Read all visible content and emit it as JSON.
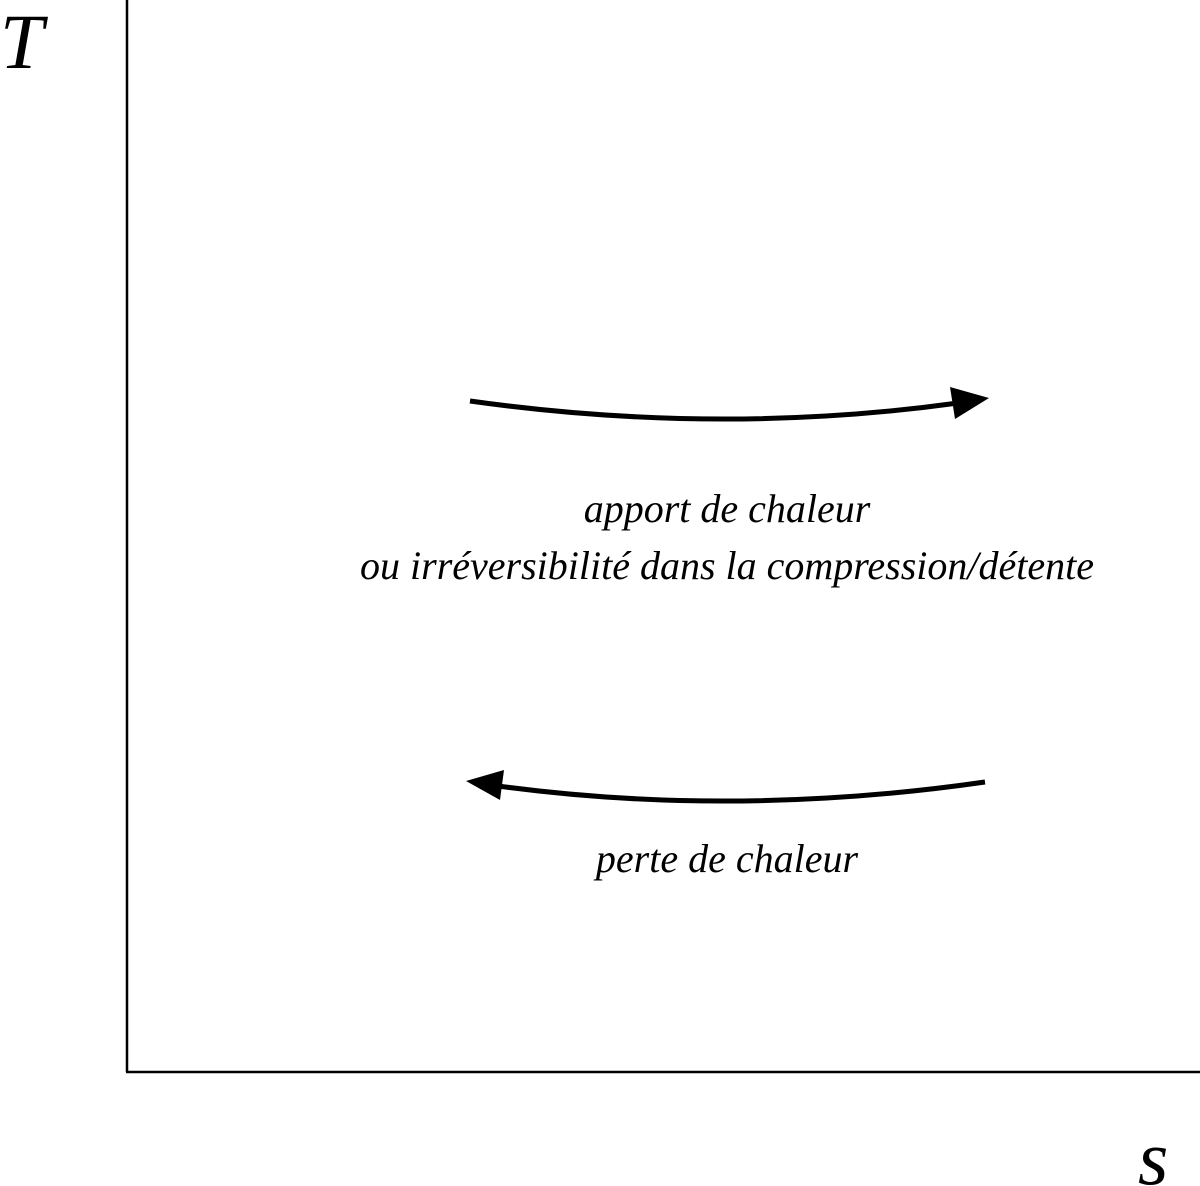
{
  "axes": {
    "y_label": "T",
    "x_label": "s"
  },
  "annotations": {
    "heat_input_line1": "apport de chaleur",
    "heat_input_line2": "ou irréversibilité dans la compression/détente",
    "heat_loss": "perte de chaleur"
  },
  "colors": {
    "ink": "#000000",
    "background": "#ffffff"
  }
}
